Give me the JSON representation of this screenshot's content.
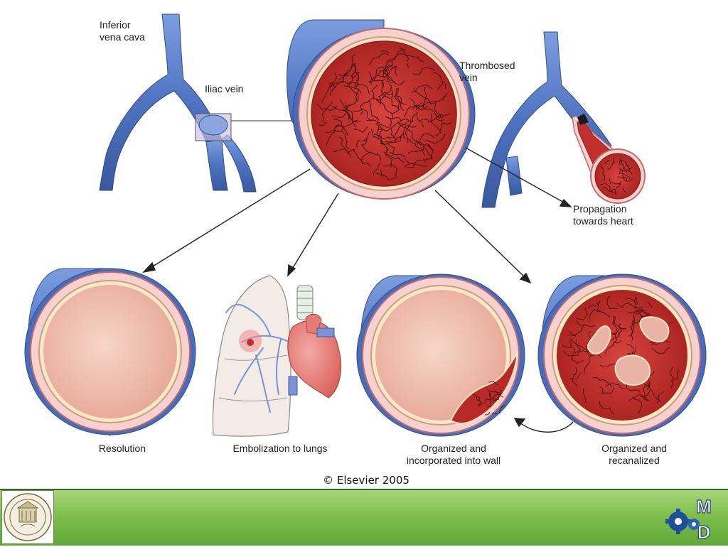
{
  "labels": {
    "ivc_line1": "Inferior",
    "ivc_line2": "vena cava",
    "iliac": "Iliac vein",
    "thrombosed_line1": "Thrombosed",
    "thrombosed_line2": "vein",
    "propagation_line1": "Propagation",
    "propagation_line2": "towards heart",
    "resolution": "Resolution",
    "embolization": "Embolization to lungs",
    "organized_wall_line1": "Organized and",
    "organized_wall_line2": "incorporated into wall",
    "organized_recanal_line1": "Organized and",
    "organized_recanal_line2": "recanalized",
    "copyright": "© Elsevier 2005"
  },
  "logo": {
    "letter_top": "M",
    "letter_bottom": "D"
  },
  "colors": {
    "vein_blue": "#5b7fc7",
    "clot_red": "#c0302f",
    "wall_pink": "#f2c7c4",
    "footer_green": "#7fbf4c"
  }
}
